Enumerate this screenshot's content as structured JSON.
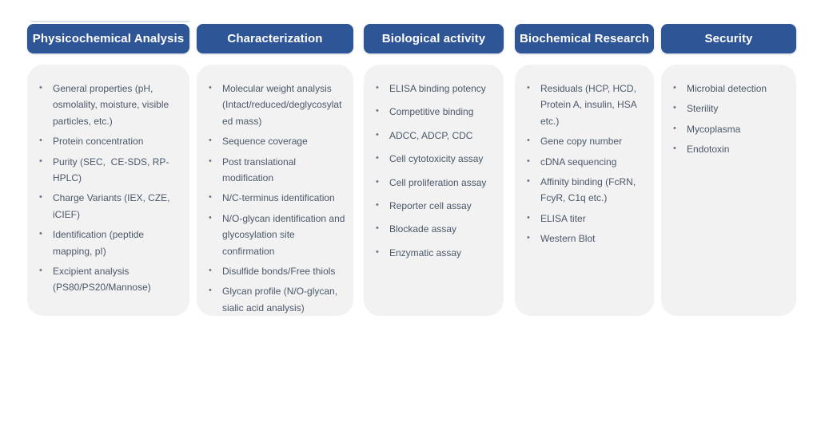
{
  "colors": {
    "header_bg": "#2e5596",
    "header_text": "#ffffff",
    "card_bg": "#f2f2f3",
    "text": "#4b5869",
    "bullet": "#6b7688",
    "accent_line": "#d8e1e8"
  },
  "bullet_glyph": "•",
  "columns": [
    {
      "title": "Physicochemical Analysis",
      "items": [
        "General properties (pH, osmolality, moisture, visible particles, etc.)",
        "Protein concentration",
        "Purity (SEC,  CE-SDS, RP-HPLC)",
        "Charge Variants (IEX, CZE, iCIEF)",
        "Identification (peptide mapping, pI)",
        "Excipient analysis (PS80/PS20/Mannose)"
      ]
    },
    {
      "title": "Characterization",
      "items": [
        "Molecular weight analysis (Intact/reduced/deglycosylated mass)",
        "Sequence coverage",
        "Post translational modification",
        "N/C-terminus identification",
        "N/O-glycan identification and glycosylation site confirmation",
        "Disulfide bonds/Free thiols",
        "Glycan profile (N/O-glycan, sialic acid analysis)"
      ]
    },
    {
      "title": "Biological activity",
      "items": [
        "ELISA binding potency",
        "Competitive binding",
        "ADCC, ADCP, CDC",
        "Cell cytotoxicity assay",
        "Cell proliferation assay",
        "Reporter cell assay",
        "Blockade assay",
        "Enzymatic assay"
      ]
    },
    {
      "title": "Biochemical Research",
      "items": [
        "Residuals (HCP, HCD, Protein A, insulin, HSA etc.)",
        "Gene copy number",
        "cDNA sequencing",
        "Affinity binding (FcRN, FcyR, C1q etc.)",
        "ELISA titer",
        "Western Blot"
      ]
    },
    {
      "title": "Security",
      "items": [
        "Microbial detection",
        "Sterility",
        "Mycoplasma",
        "Endotoxin"
      ]
    }
  ]
}
